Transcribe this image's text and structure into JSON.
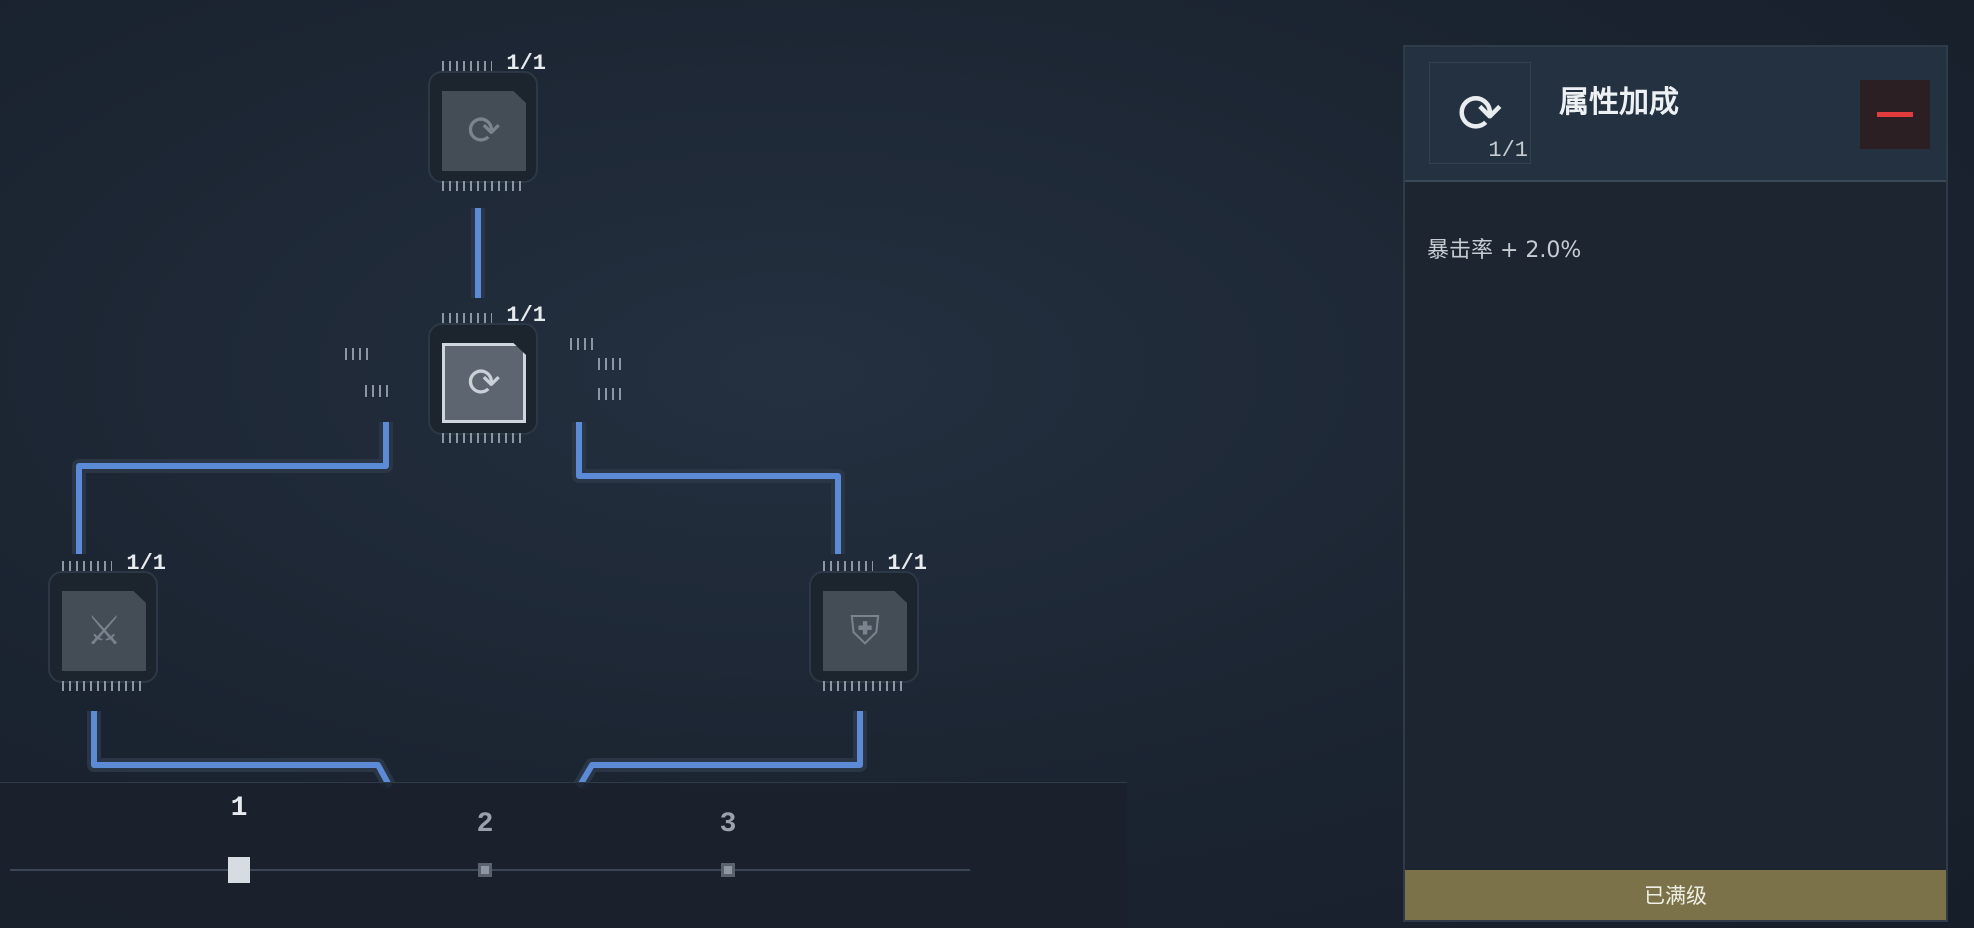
{
  "nodes": [
    {
      "id": "top",
      "level": "1/1",
      "icon": "bullet-swap-icon",
      "state": "unlocked"
    },
    {
      "id": "center",
      "level": "1/1",
      "icon": "bullet-swap-icon",
      "state": "selected"
    },
    {
      "id": "left",
      "level": "1/1",
      "icon": "crossed-swords-icon",
      "state": "unlocked"
    },
    {
      "id": "right",
      "level": "1/1",
      "icon": "armor-icon",
      "state": "unlocked"
    }
  ],
  "tiers": {
    "steps": [
      "1",
      "2",
      "3"
    ],
    "current": "1"
  },
  "panel": {
    "title": "属性加成",
    "icon_level": "1/1",
    "description": "暴击率 + 2.0%",
    "status_button": "已满级"
  },
  "colors": {
    "link": "#5b8ad6",
    "max_button": "#7b7249",
    "minus": "#e23b3b"
  }
}
